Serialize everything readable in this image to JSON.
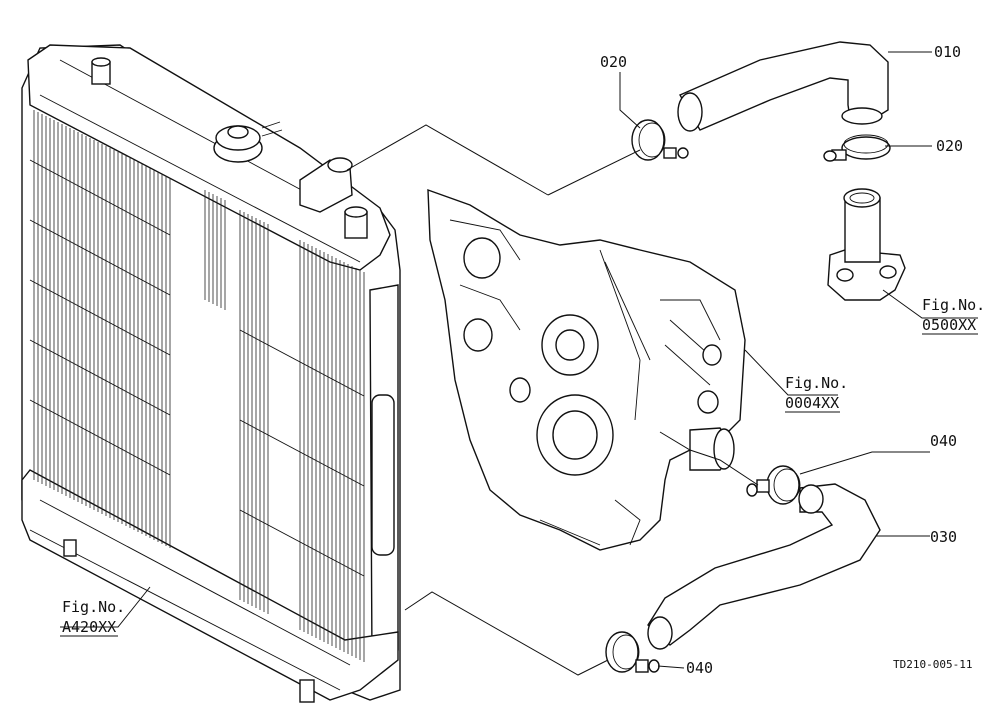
{
  "callouts": {
    "c010": "010",
    "c020_left": "020",
    "c020_right": "020",
    "c030": "030",
    "c040_top": "040",
    "c040_bottom": "040"
  },
  "references": {
    "fig_top_line1": "Fig.No.",
    "fig_top_line2": "0500XX",
    "fig_mid_line1": "Fig.No.",
    "fig_mid_line2": "0004XX",
    "fig_left_line1": "Fig.No.",
    "fig_left_line2": "A420XX"
  },
  "drawing_code": "TD210-005-11"
}
